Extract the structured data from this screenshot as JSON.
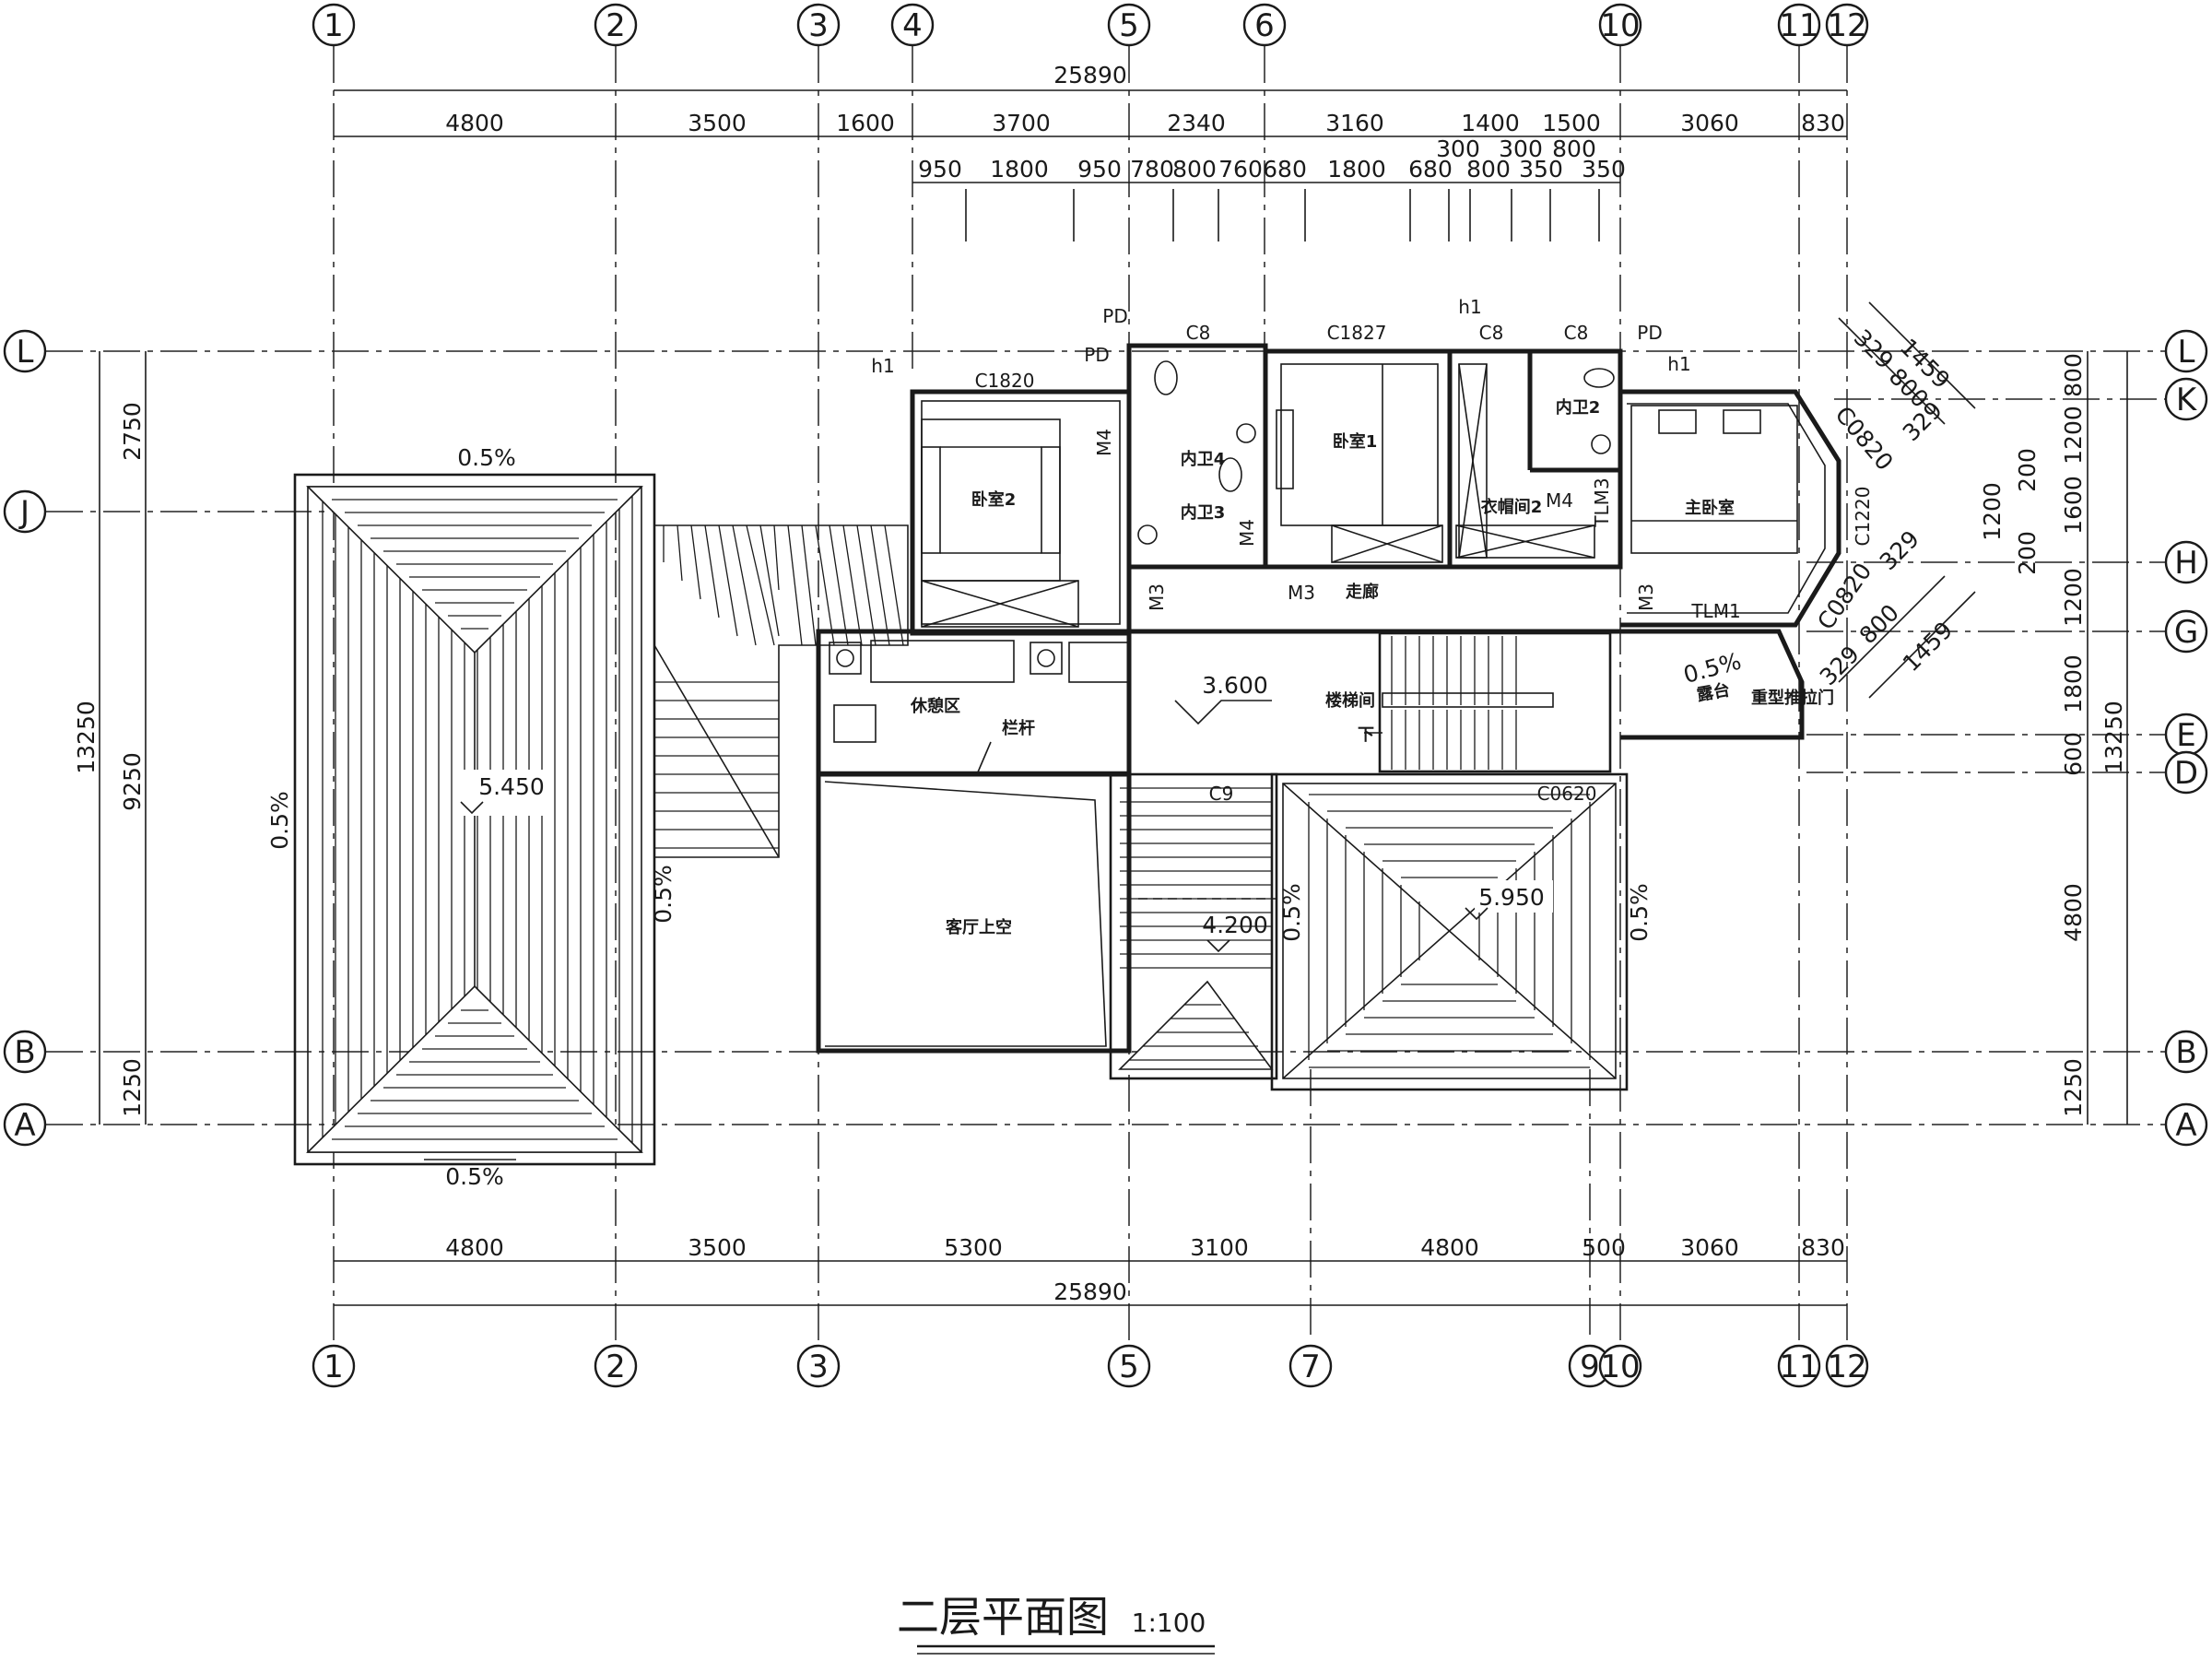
{
  "title": "二层平面图",
  "scale": "1:100",
  "top_axes": [
    "1",
    "2",
    "3",
    "4",
    "5",
    "6",
    "10",
    "11",
    "12"
  ],
  "bottom_axes": [
    "1",
    "2",
    "3",
    "5",
    "7",
    "9",
    "10",
    "11",
    "12"
  ],
  "side_axes": [
    "L",
    "K",
    "J",
    "H",
    "G",
    "E",
    "D",
    "B",
    "A"
  ],
  "dims": {
    "total": "25890",
    "top_row1": [
      "4800",
      "3500",
      "1600",
      "3700",
      "2340",
      "3160",
      "1400",
      "1500",
      "3060",
      "830"
    ],
    "top_row2a": [
      "300",
      "300",
      "800"
    ],
    "top_row2": [
      "950",
      "1800",
      "950",
      "780",
      "800",
      "760",
      "680",
      "1800",
      "680",
      "800",
      "350",
      "350"
    ],
    "bottom_row": [
      "4800",
      "3500",
      "5300",
      "3100",
      "4800",
      "500",
      "3060",
      "830"
    ],
    "left_total": "13250",
    "left_parts": [
      "2750",
      "9250",
      "1250"
    ],
    "right_total": "13250",
    "right_parts": [
      "800",
      "1200",
      "1600",
      "1200",
      "1800",
      "600",
      "4800",
      "1250"
    ],
    "right_small": [
      "200",
      "200",
      "1200"
    ],
    "bay": [
      "329",
      "1459",
      "800",
      "329",
      "329",
      "800",
      "1459",
      "329"
    ]
  },
  "rooms": {
    "bed2": "卧室2",
    "bed1": "卧室1",
    "master": "主卧室",
    "wc4": "内卫4",
    "wc3": "内卫3",
    "wc2": "内卫2",
    "closet": "衣帽间2",
    "corridor": "走廊",
    "stair": "楼梯间",
    "lounge": "休憩区",
    "void": "客厅上空",
    "terrace": "露台",
    "railing": "栏杆",
    "sliding": "重型推拉门",
    "down": "下"
  },
  "tags": {
    "PD": "PD",
    "h1": "h1",
    "C8": "C8",
    "C1820": "C1820",
    "C1827": "C1827",
    "C1220": "C1220",
    "C9": "C9",
    "C0620": "C0620",
    "C0820": "C0820",
    "M3": "M3",
    "M4": "M4",
    "TLM1": "TLM1",
    "TLM3": "TLM3"
  },
  "levels": {
    "floor": "3.600",
    "roof_left": "5.450",
    "roof_mid": "4.200",
    "roof_right": "5.950"
  },
  "slope": "0.5%"
}
